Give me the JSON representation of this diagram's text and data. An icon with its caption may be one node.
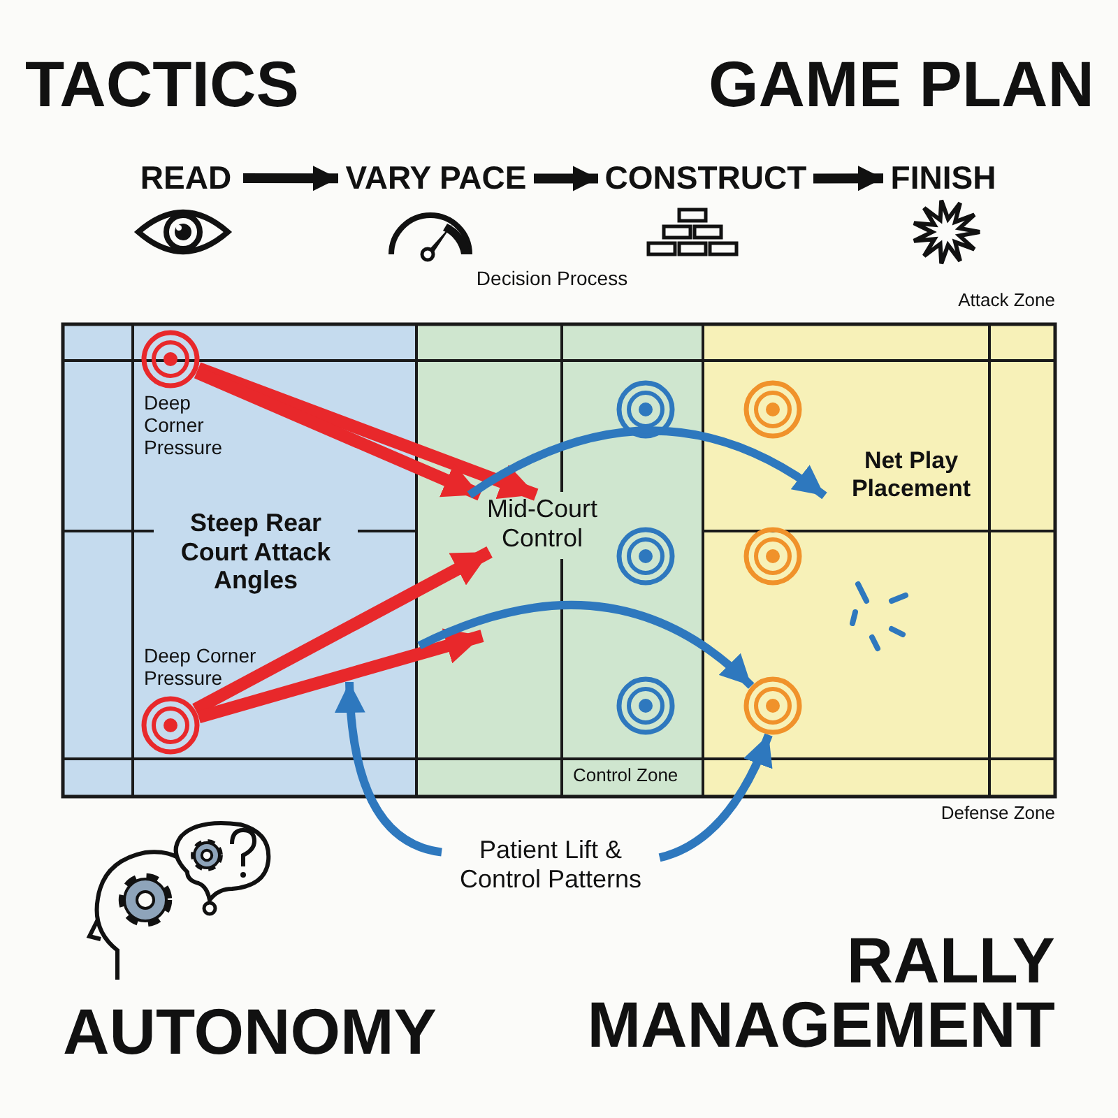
{
  "diagram": {
    "nodes": [
      {
        "text": [
          "READ"
        ]
      },
      {
        "text": [
          "VARY PACE"
        ]
      },
      {
        "text": [
          "CONSTRUCT"
        ]
      },
      {
        "text": [
          "FINISH"
        ]
      },
      {
        "text": [],
        "shape": "circle",
        "beside": [
          "Deep Corner Pressure"
        ]
      },
      {
        "text": [],
        "shape": "circle",
        "beside": [
          "Deep Corner Pressure"
        ]
      },
      {
        "text": [
          "Mid-Court Control"
        ]
      },
      {
        "text": [],
        "shape": "circle"
      },
      {
        "text": [],
        "shape": "circle"
      },
      {
        "text": [],
        "shape": "circle"
      },
      {
        "text": [
          "Net Play Placement"
        ]
      },
      {
        "text": [],
        "shape": "circle"
      },
      {
        "text": [],
        "shape": "circle"
      },
      {
        "text": [],
        "shape": "circle"
      },
      {
        "text": [
          "Patient Lift & Control Patterns"
        ]
      }
    ],
    "edges": [
      {
        "from": 0,
        "to": 1,
        "arrow": "to",
        "color": "#111111"
      },
      {
        "from": 1,
        "to": 2,
        "arrow": "to",
        "color": "#111111"
      },
      {
        "from": 2,
        "to": 3,
        "arrow": "to",
        "color": "#111111"
      },
      {
        "from": 4,
        "to": 6,
        "arrow": "to",
        "color": "#e8282b"
      },
      {
        "from": 4,
        "to": 6,
        "arrow": "to",
        "color": "#e8282b"
      },
      {
        "from": 5,
        "to": 6,
        "arrow": "to",
        "color": "#e8282b"
      },
      {
        "from": 5,
        "to": null,
        "arrow": "to",
        "color": "#e8282b"
      },
      {
        "from": 6,
        "to": 10,
        "arrow": "to",
        "color": "#2e78be"
      },
      {
        "from": null,
        "to": 13,
        "arrow": "to",
        "color": "#2e78be"
      },
      {
        "from": 14,
        "to": null,
        "arrow": "to",
        "color": "#2e78be"
      },
      {
        "from": 14,
        "to": 13,
        "arrow": "to",
        "color": "#2e78be"
      }
    ],
    "labels": [
      "TACTICS",
      "GAME PLAN",
      "Decision Process",
      "Attack Zone",
      "Steep Rear Court Attack Angles",
      "Control Zone",
      "Defense Zone",
      "AUTONOMY",
      "RALLY MANAGEMENT"
    ]
  }
}
